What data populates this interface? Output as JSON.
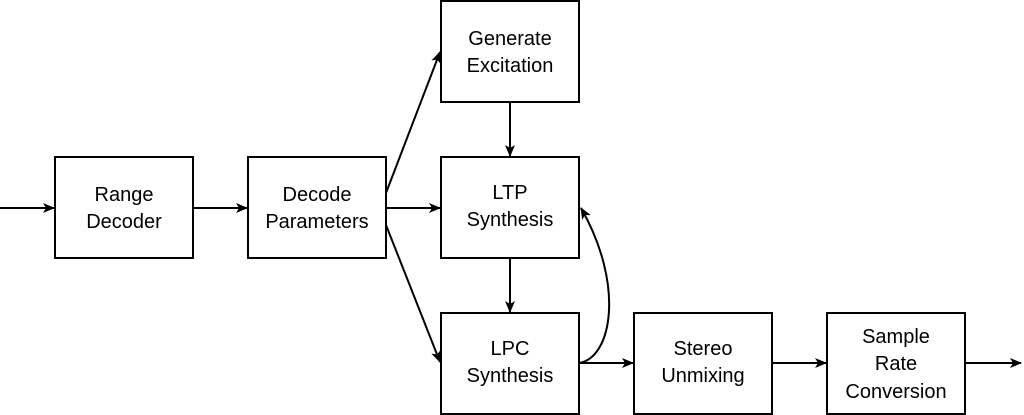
{
  "nodes": {
    "range_decoder": {
      "lines": [
        "Range",
        "Decoder"
      ]
    },
    "decode_parameters": {
      "lines": [
        "Decode",
        "Parameters"
      ]
    },
    "generate_excitation": {
      "lines": [
        "Generate",
        "Excitation"
      ]
    },
    "ltp_synthesis": {
      "lines": [
        "LTP",
        "Synthesis"
      ]
    },
    "lpc_synthesis": {
      "lines": [
        "LPC",
        "Synthesis"
      ]
    },
    "stereo_unmixing": {
      "lines": [
        "Stereo",
        "Unmixing"
      ]
    },
    "sample_rate_conversion": {
      "lines": [
        "Sample",
        "Rate",
        "Conversion"
      ]
    }
  },
  "edges": [
    {
      "from": "input",
      "to": "range_decoder"
    },
    {
      "from": "range_decoder",
      "to": "decode_parameters"
    },
    {
      "from": "decode_parameters",
      "to": "generate_excitation"
    },
    {
      "from": "decode_parameters",
      "to": "ltp_synthesis"
    },
    {
      "from": "decode_parameters",
      "to": "lpc_synthesis"
    },
    {
      "from": "generate_excitation",
      "to": "ltp_synthesis"
    },
    {
      "from": "ltp_synthesis",
      "to": "lpc_synthesis"
    },
    {
      "from": "lpc_synthesis",
      "to": "ltp_synthesis"
    },
    {
      "from": "lpc_synthesis",
      "to": "stereo_unmixing"
    },
    {
      "from": "stereo_unmixing",
      "to": "sample_rate_conversion"
    },
    {
      "from": "sample_rate_conversion",
      "to": "output"
    }
  ]
}
